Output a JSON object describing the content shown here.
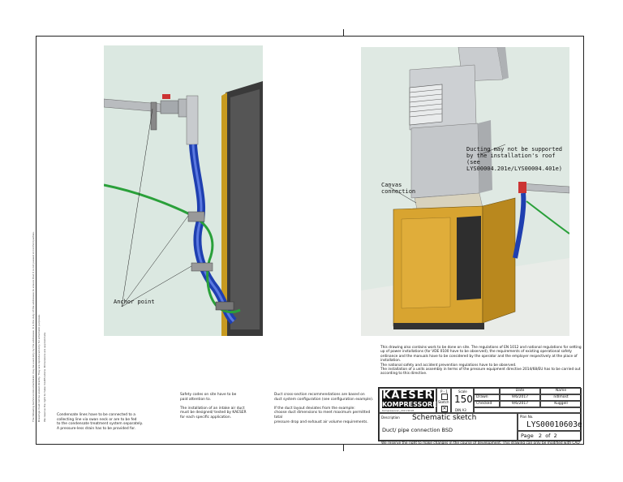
{
  "legal": {
    "col1": "The following technical documentation may be used only by the addressee. It is the duty of the addressee to ensure that it is not passed on to third parties.",
    "col2": "Drawings must not be scaled directly. They are reproduced only for schematic purposes.",
    "col3": "We reserve the right to make modifications. Dimensions are approximate."
  },
  "left_illustration": {
    "anchor_label": "Anchor point"
  },
  "right_illustration": {
    "ducting_note": "Ducting may not be supported\nby the installation's roof\n(see LYS00004.201e/LYS00004.401e)",
    "canvas_label": "Canvas\nconnection"
  },
  "notice": [
    "This drawing also contains work to be done on site. The regulations of EN 1012 and national regulations for setting up of power installations (for VDE 0100 have to be observed), the requirements of existing operational safety ordinance and the manuals have to be considered by the operator and the employer respectively at the place of installation.",
    "The national safety and accident prevention regulations have to be observed.",
    "The installation of a units assembly in terms of the pressure equipment directive 2014/68/EU has to be carried out according to this directive."
  ],
  "bottom_notes": {
    "condensate": "Condensate lines have to be connected to a\ncollecting line via swan neck or are to be fed\nto the condensate treatment system separately.\nA pressure-less drain has to be provided for.",
    "safety": "Safety codes on site have to be\npaid attention to.\n\nThe installation of an intake air duct\nmust be designed/ tested by KAESER\nfor each specific application.",
    "duct": "Duct cross-section recommendations are based on\nduct system configuration (see configuration example).\n\nIf the duct layout deviates from the example:\nchoose duct dimensions to meet maximum permitted total\npressure drop and exhaust air volume requirements."
  },
  "title_block": {
    "logo_line1": "KAESER",
    "logo_line2": "KOMPRESSOREN",
    "logo_sub": "Kompressoren_2017/2018",
    "sketch_label": "Sketch",
    "scale_label": "Scale",
    "scale_value": "150",
    "paper_size": "DIN A3",
    "p1_label": "P - 1",
    "date_header": "Date",
    "name_header": "Name",
    "drawn_label": "Drawn",
    "drawn_date": "9/6/2017",
    "drawn_name": "ndlmost",
    "checked_label": "Checked",
    "checked_date": "9/6/2017",
    "checked_name": "Kuggell",
    "description_label": "Description",
    "title": "Schematic sketch",
    "subtitle": "Duct/ pipe connection BSD",
    "plan_no_label": "Plan No.",
    "plan_no": "LYS00010603e",
    "page_text": "Page   2  of  2"
  },
  "bottom_reserve": "We reserve the right to make changes in the course of development. This drawing can only be modified with CAD"
}
